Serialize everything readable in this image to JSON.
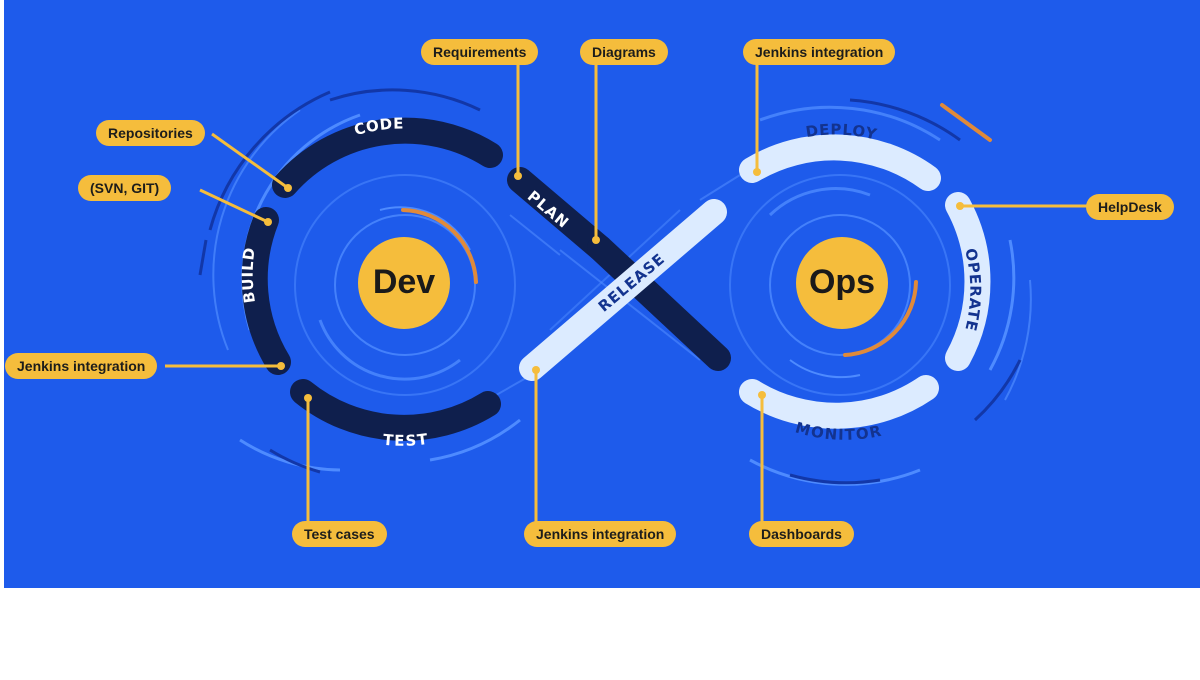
{
  "hubs": {
    "dev": "Dev",
    "ops": "Ops"
  },
  "stages": {
    "code": "CODE",
    "build": "BUILD",
    "test": "TEST",
    "plan": "PLAN",
    "release": "RELEASE",
    "deploy": "DEPLOY",
    "operate": "OPERATE",
    "monitor": "MONITOR"
  },
  "callouts": {
    "requirements": "Requirements",
    "diagrams": "Diagrams",
    "jenkins_deploy": "Jenkins integration",
    "repositories": "Repositories",
    "svn_git": "(SVN, GIT)",
    "helpdesk": "HelpDesk",
    "jenkins_build": "Jenkins integration",
    "test_cases": "Test cases",
    "jenkins_release": "Jenkins integration",
    "dashboards": "Dashboards"
  },
  "colors": {
    "background": "#1E5BEB",
    "dev_track": "#0F1F4D",
    "ops_track": "#DCEBFF",
    "accent": "#F5BD3C",
    "orange_arc": "#E08A3A",
    "line_light": "#4E8BFF",
    "line_dark": "#1237A8"
  }
}
